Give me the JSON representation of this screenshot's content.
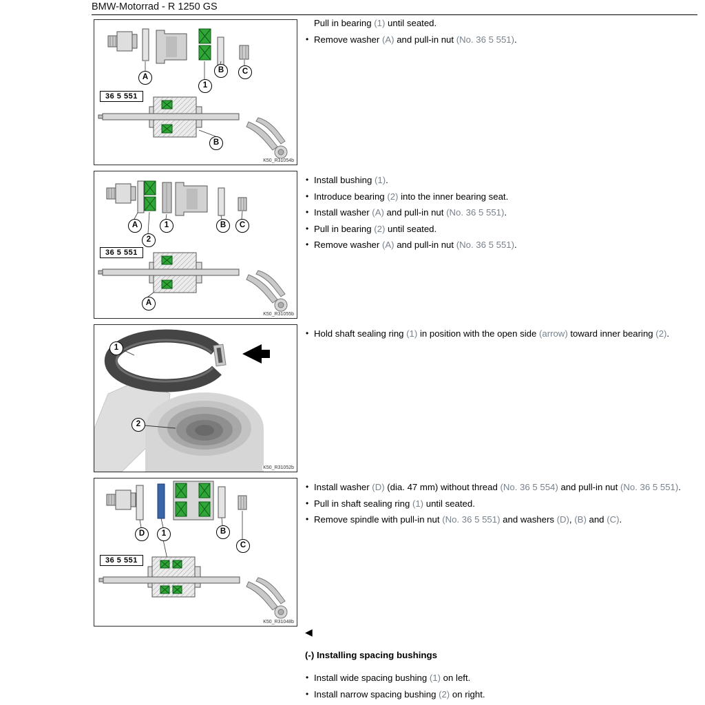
{
  "header": {
    "title": "BMW-Motorrad - R 1250 GS"
  },
  "bullet_char": "•",
  "colors": {
    "reference": "#78828c",
    "bearing_green": "#2fa637",
    "seal_ring": "#454545",
    "arrow_black": "#000000"
  },
  "panels": [
    {
      "code": "K50_R31054b",
      "tool_label": "36 5 551",
      "callouts": [
        {
          "label": "A"
        },
        {
          "label": "B"
        },
        {
          "label": "C"
        },
        {
          "label": "1"
        },
        {
          "label": "B"
        }
      ]
    },
    {
      "code": "K50_R31055b",
      "tool_label": "36 5 551",
      "callouts": [
        {
          "label": "A"
        },
        {
          "label": "1"
        },
        {
          "label": "2"
        },
        {
          "label": "B"
        },
        {
          "label": "C"
        },
        {
          "label": "A"
        }
      ]
    },
    {
      "code": "K50_R31052b",
      "callouts": [
        {
          "label": "1"
        },
        {
          "label": "2"
        }
      ]
    },
    {
      "code": "K50_R31048b",
      "tool_label": "36 5 551",
      "callouts": [
        {
          "label": "D"
        },
        {
          "label": "1"
        },
        {
          "label": "B"
        },
        {
          "label": "C"
        }
      ]
    }
  ],
  "blocks": [
    {
      "items": [
        {
          "bullet": false,
          "segments": [
            {
              "t": "Pull in bearing "
            },
            {
              "t": "(1)",
              "ref": true
            },
            {
              "t": " until seated."
            }
          ]
        },
        {
          "bullet": true,
          "segments": [
            {
              "t": "Remove washer "
            },
            {
              "t": "(A)",
              "ref": true
            },
            {
              "t": " and pull-in nut "
            },
            {
              "t": "(No. 36 5 551)",
              "ref": true
            },
            {
              "t": "."
            }
          ]
        }
      ]
    },
    {
      "items": [
        {
          "bullet": true,
          "segments": [
            {
              "t": "Install bushing "
            },
            {
              "t": "(1)",
              "ref": true
            },
            {
              "t": "."
            }
          ]
        },
        {
          "bullet": true,
          "segments": [
            {
              "t": "Introduce bearing "
            },
            {
              "t": "(2)",
              "ref": true
            },
            {
              "t": " into the inner bearing seat."
            }
          ]
        },
        {
          "bullet": true,
          "segments": [
            {
              "t": "Install washer "
            },
            {
              "t": "(A)",
              "ref": true
            },
            {
              "t": " and pull-in nut "
            },
            {
              "t": "(No. 36 5 551)",
              "ref": true
            },
            {
              "t": "."
            }
          ]
        },
        {
          "bullet": true,
          "segments": [
            {
              "t": "Pull in bearing "
            },
            {
              "t": "(2)",
              "ref": true
            },
            {
              "t": " until seated."
            }
          ]
        },
        {
          "bullet": true,
          "segments": [
            {
              "t": "Remove washer "
            },
            {
              "t": "(A)",
              "ref": true
            },
            {
              "t": " and pull-in nut "
            },
            {
              "t": "(No. 36 5 551)",
              "ref": true
            },
            {
              "t": "."
            }
          ]
        }
      ]
    },
    {
      "items": [
        {
          "bullet": true,
          "segments": [
            {
              "t": "Hold shaft sealing ring "
            },
            {
              "t": "(1)",
              "ref": true
            },
            {
              "t": " in position with the open side "
            },
            {
              "t": "(arrow)",
              "ref": true
            },
            {
              "t": " toward inner bearing "
            },
            {
              "t": "(2)",
              "ref": true
            },
            {
              "t": "."
            }
          ]
        }
      ]
    },
    {
      "items": [
        {
          "bullet": true,
          "segments": [
            {
              "t": "Install washer "
            },
            {
              "t": "(D)",
              "ref": true
            },
            {
              "t": " (dia. 47 mm) without thread "
            },
            {
              "t": "(No. 36 5 554)",
              "ref": true
            },
            {
              "t": " and pull-in nut "
            },
            {
              "t": "(No. 36 5 551)",
              "ref": true
            },
            {
              "t": "."
            }
          ]
        },
        {
          "bullet": true,
          "segments": [
            {
              "t": "Pull in shaft sealing ring "
            },
            {
              "t": "(1)",
              "ref": true
            },
            {
              "t": " until seated."
            }
          ]
        },
        {
          "bullet": true,
          "segments": [
            {
              "t": "Remove spindle with pull-in nut "
            },
            {
              "t": "(No. 36 5 551)",
              "ref": true
            },
            {
              "t": " and washers "
            },
            {
              "t": "(D)",
              "ref": true
            },
            {
              "t": ", "
            },
            {
              "t": "(B)",
              "ref": true
            },
            {
              "t": " and "
            },
            {
              "t": "(C)",
              "ref": true
            },
            {
              "t": "."
            }
          ]
        }
      ]
    }
  ],
  "footer": {
    "back_marker": "◀",
    "heading": "(-) Installing spacing bushings",
    "items": [
      {
        "bullet": true,
        "segments": [
          {
            "t": "Install wide spacing bushing "
          },
          {
            "t": "(1)",
            "ref": true
          },
          {
            "t": " on left."
          }
        ]
      },
      {
        "bullet": true,
        "segments": [
          {
            "t": "Install narrow spacing bushing "
          },
          {
            "t": "(2)",
            "ref": true
          },
          {
            "t": " on right."
          }
        ]
      }
    ]
  }
}
